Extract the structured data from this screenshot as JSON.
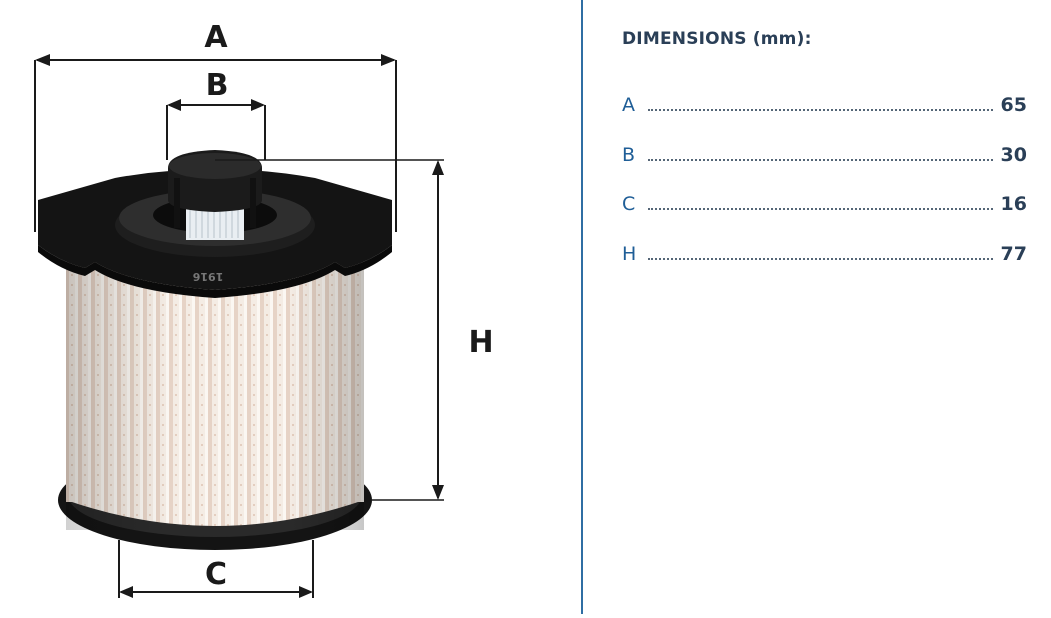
{
  "diagram": {
    "labels": {
      "a": "A",
      "b": "B",
      "c": "C",
      "h": "H"
    },
    "part_marking": "1916"
  },
  "dimensions": {
    "title": "DIMENSIONS (mm):",
    "rows": [
      {
        "key": "A",
        "value": "65"
      },
      {
        "key": "B",
        "value": "30"
      },
      {
        "key": "C",
        "value": "16"
      },
      {
        "key": "H",
        "value": "77"
      }
    ]
  },
  "colors": {
    "accent": "#1f5e97",
    "divider": "#2f6ea3",
    "title": "#2a3f57"
  }
}
